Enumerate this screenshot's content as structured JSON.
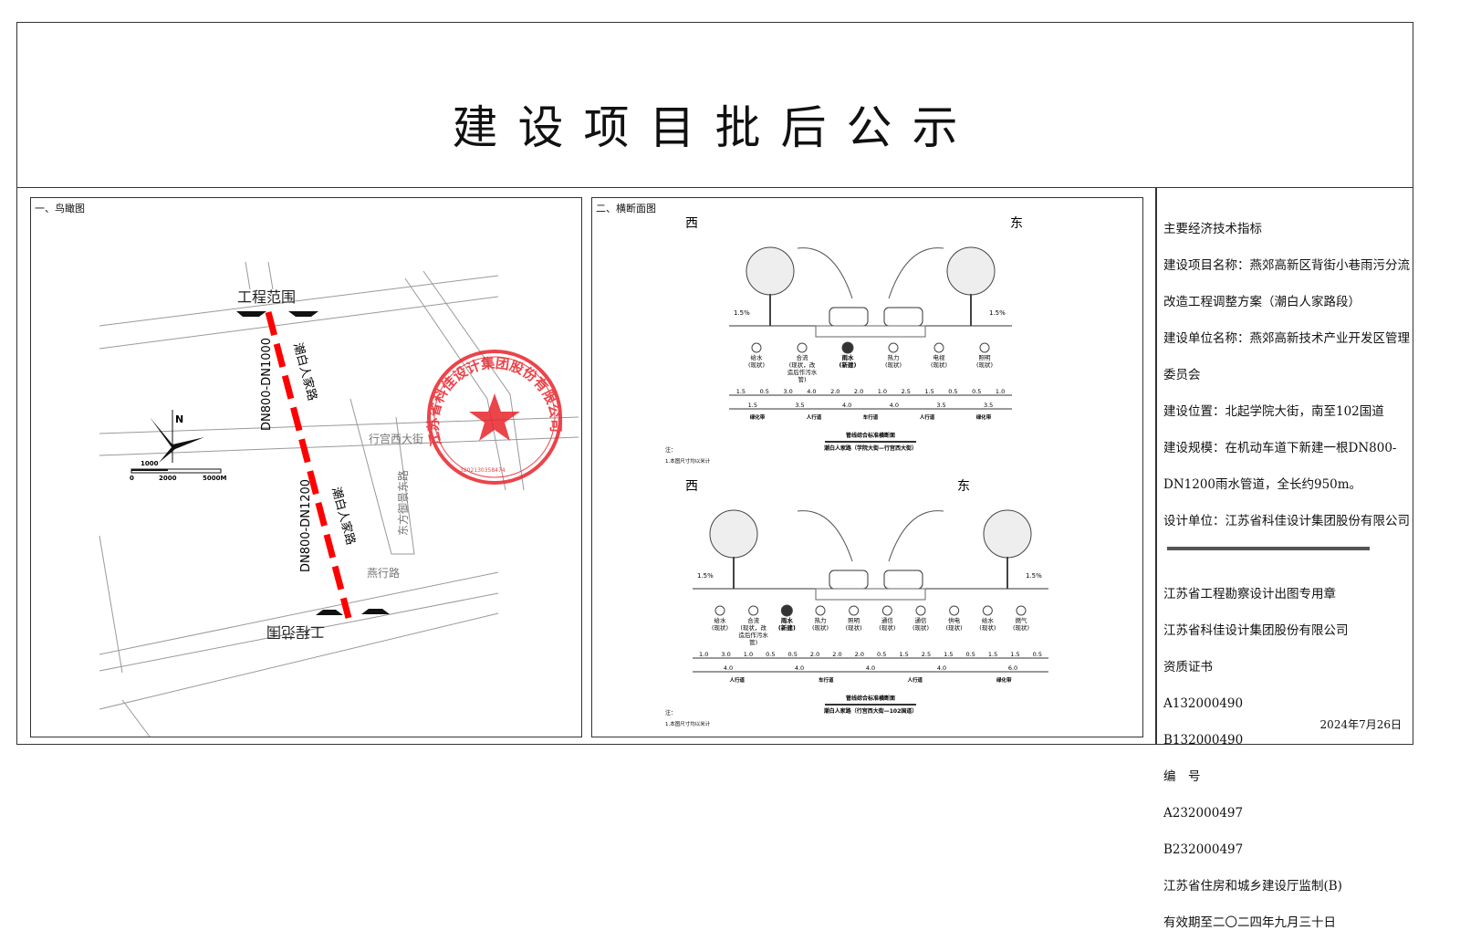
{
  "title": "建设项目批后公示",
  "panels": {
    "aerial": {
      "label": "一、鸟瞰图",
      "labels": {
        "scope_top": "工程范围",
        "scope_bottom": "工程范围",
        "road1": "潮白人家路",
        "road2": "潮白人家路",
        "pipe1": "DN800-DN1000",
        "pipe2": "DN800-DN1200",
        "road_xg": "行宫西大街",
        "road_df": "东方御景东路",
        "road_yx": "燕行路",
        "north": "N",
        "scale": [
          "1000",
          "0",
          "2000",
          "5000M"
        ]
      },
      "seal": {
        "text": "江苏省科佳设计集团股份有限公司",
        "number": "3202130358474",
        "color": "#e8242b"
      },
      "pipe_color": "#ff0000"
    },
    "section": {
      "label": "二、横断面图",
      "west": "西",
      "east": "东",
      "top": {
        "pipes": [
          "给水\n(现状)",
          "合流\n(现状，改造后作污水管)",
          "雨水\n(新建)",
          "热力\n(现状)",
          "电视\n(现状)",
          "照明\n(现状)"
        ],
        "dims1": [
          "1.5",
          "0.5",
          "3.0",
          "4.0",
          "2.0",
          "2.0",
          "1.0",
          "2.5",
          "1.5",
          "0.5",
          "0.5",
          "1.0"
        ],
        "dims2": [
          "1.5",
          "3.5",
          "4.0",
          "4.0",
          "3.5",
          "3.5"
        ],
        "zones": [
          "绿化带",
          "人行道",
          "车行道",
          "人行道",
          "绿化带"
        ],
        "slope": "1.5%",
        "caption": "管线综合标准横断面",
        "subcaption": "潮白人家路（学院大街—行宫西大街）",
        "note": "注：",
        "note1": "1.本图尺寸均以米计"
      },
      "bottom": {
        "pipes": [
          "给水\n(现状)",
          "合流\n(现状，改造后作污水管)",
          "雨水\n(新建)",
          "热力\n(现状)",
          "照明\n(现状)",
          "通信\n(现状)",
          "通信\n(现状)",
          "供电\n(现状)",
          "给水\n(现状)",
          "燃气\n(现状)"
        ],
        "dims1": [
          "1.0",
          "3.0",
          "1.0",
          "0.5",
          "0.5",
          "2.0",
          "2.0",
          "2.0",
          "0.5",
          "1.5",
          "2.5",
          "1.5",
          "0.5",
          "1.5",
          "1.5",
          "0.5"
        ],
        "dims2": [
          "4.0",
          "4.0",
          "4.0",
          "4.0",
          "6.0"
        ],
        "zones": [
          "人行道",
          "车行道",
          "人行道",
          "绿化带"
        ],
        "slope": "1.5%",
        "caption": "管线综合标准横断面",
        "subcaption": "潮白人家路（行宫西大街—102国道）",
        "note": "注：",
        "note1": "1.本图尺寸均以米计"
      }
    }
  },
  "info": {
    "heading": "主要经济技术指标",
    "lines": [
      "建设项目名称：燕郊高新区背街小巷雨污分流改造工程调整方案（潮白人家路段）",
      "建设单位名称：燕郊高新技术产业开发区管理委员会",
      "建设位置：北起学院大街，南至102国道",
      "建设规模：在机动车道下新建一根DN800-DN1200雨水管道，全长约950m。",
      "设计单位：江苏省科佳设计集团股份有限公司"
    ],
    "stamp": {
      "r1": "江苏省工程勘察设计出图专用章",
      "r2": "江苏省科佳设计集团股份有限公司",
      "cert_label": "资质证书",
      "num_label": "编　号",
      "a1": "A132000490",
      "b1": "B132000490",
      "a2": "A232000497",
      "b2": "B232000497",
      "r5": "江苏省住房和城乡建设厅监制(B)",
      "r6": "有效期至二〇二四年九月三十日"
    },
    "date": "2024年7月26日"
  }
}
